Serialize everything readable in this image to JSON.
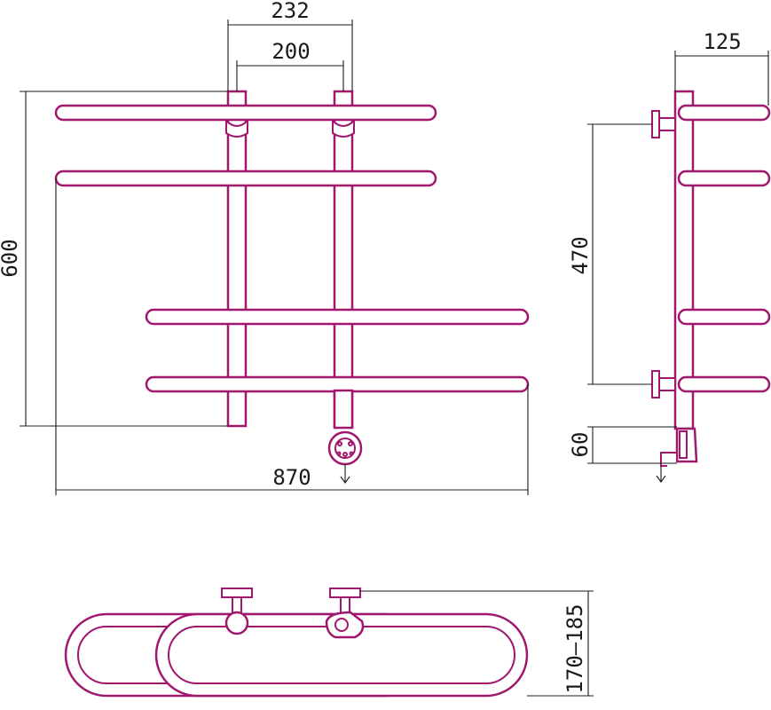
{
  "colors": {
    "pipe_stroke": "#a0176e",
    "dimension_line": "#1a1a1a",
    "background": "#ffffff"
  },
  "dimensions": {
    "top_outer_spacing": "232",
    "top_inner_spacing": "200",
    "overall_height": "600",
    "overall_width": "870",
    "side_depth": "125",
    "side_mount_spacing": "470",
    "side_heater_height": "60",
    "plan_depth": "170–185"
  }
}
